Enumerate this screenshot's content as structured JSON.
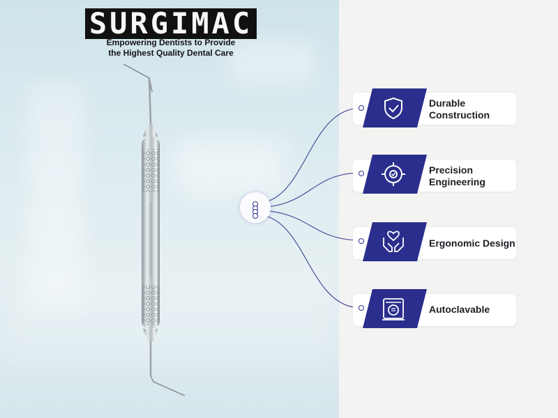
{
  "brand": {
    "name": "SURGIMAC",
    "tagline_line1": "Empowering Dentists to Provide",
    "tagline_line2": "the Highest Quality Dental Care"
  },
  "colors": {
    "accent": "#2b2e8c",
    "card_bg": "#ffffff",
    "panel_bg": "#f3f3f2"
  },
  "features": [
    {
      "icon": "shield-check-icon",
      "line1": "Durable",
      "line2": "Construction"
    },
    {
      "icon": "precision-target-icon",
      "line1": "Precision",
      "line2": "Engineering"
    },
    {
      "icon": "hands-heart-icon",
      "line1": "Ergonomic Design",
      "line2": ""
    },
    {
      "icon": "autoclave-icon",
      "line1": "Autoclavable",
      "line2": ""
    }
  ]
}
